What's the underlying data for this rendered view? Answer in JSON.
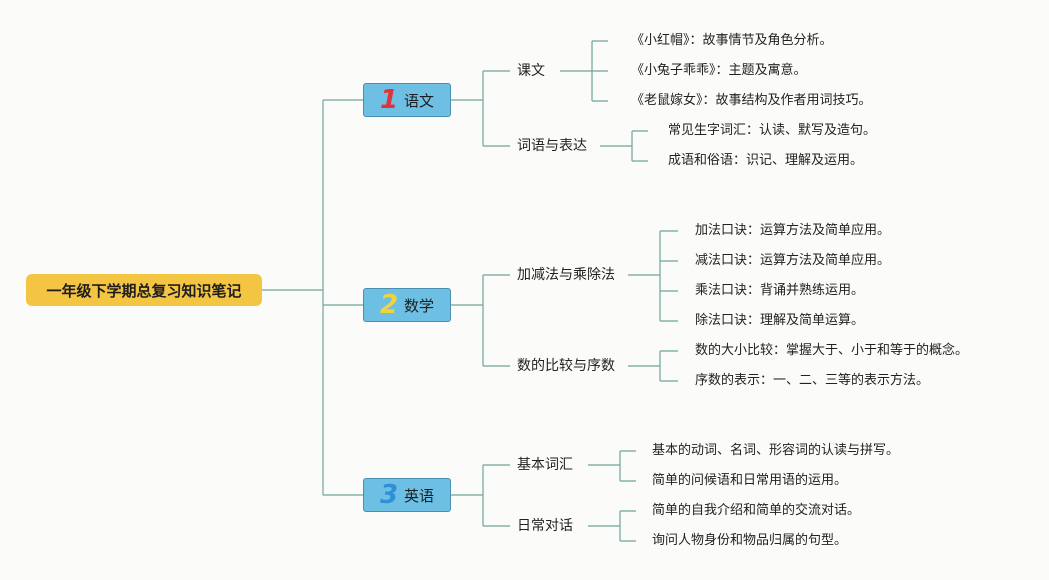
{
  "root": {
    "title": "一年级下学期总复习知识笔记"
  },
  "colors": {
    "root_fill": "#f4c542",
    "subject_fill": "#6dbfe4",
    "connector": "#6fa59a",
    "num1": "#e0323a",
    "num2": "#f2d43a",
    "num3": "#2f8fd8"
  },
  "subjects": [
    {
      "number": "1",
      "label": "语文",
      "branches": [
        {
          "label": "课文",
          "leaves": [
            "《小红帽》：故事情节及角色分析。",
            "《小兔子乖乖》：主题及寓意。",
            "《老鼠嫁女》：故事结构及作者用词技巧。"
          ]
        },
        {
          "label": "词语与表达",
          "leaves": [
            "常见生字词汇：认读、默写及造句。",
            "成语和俗语：识记、理解及运用。"
          ]
        }
      ]
    },
    {
      "number": "2",
      "label": "数学",
      "branches": [
        {
          "label": "加减法与乘除法",
          "leaves": [
            "加法口诀：运算方法及简单应用。",
            "减法口诀：运算方法及简单应用。",
            "乘法口诀：背诵并熟练运用。",
            "除法口诀：理解及简单运算。"
          ]
        },
        {
          "label": "数的比较与序数",
          "leaves": [
            "数的大小比较：掌握大于、小于和等于的概念。",
            "序数的表示：一、二、三等的表示方法。"
          ]
        }
      ]
    },
    {
      "number": "3",
      "label": "英语",
      "branches": [
        {
          "label": "基本词汇",
          "leaves": [
            "基本的动词、名词、形容词的认读与拼写。",
            "简单的问候语和日常用语的运用。"
          ]
        },
        {
          "label": "日常对话",
          "leaves": [
            "简单的自我介绍和简单的交流对话。",
            "询问人物身份和物品归属的句型。"
          ]
        }
      ]
    }
  ]
}
